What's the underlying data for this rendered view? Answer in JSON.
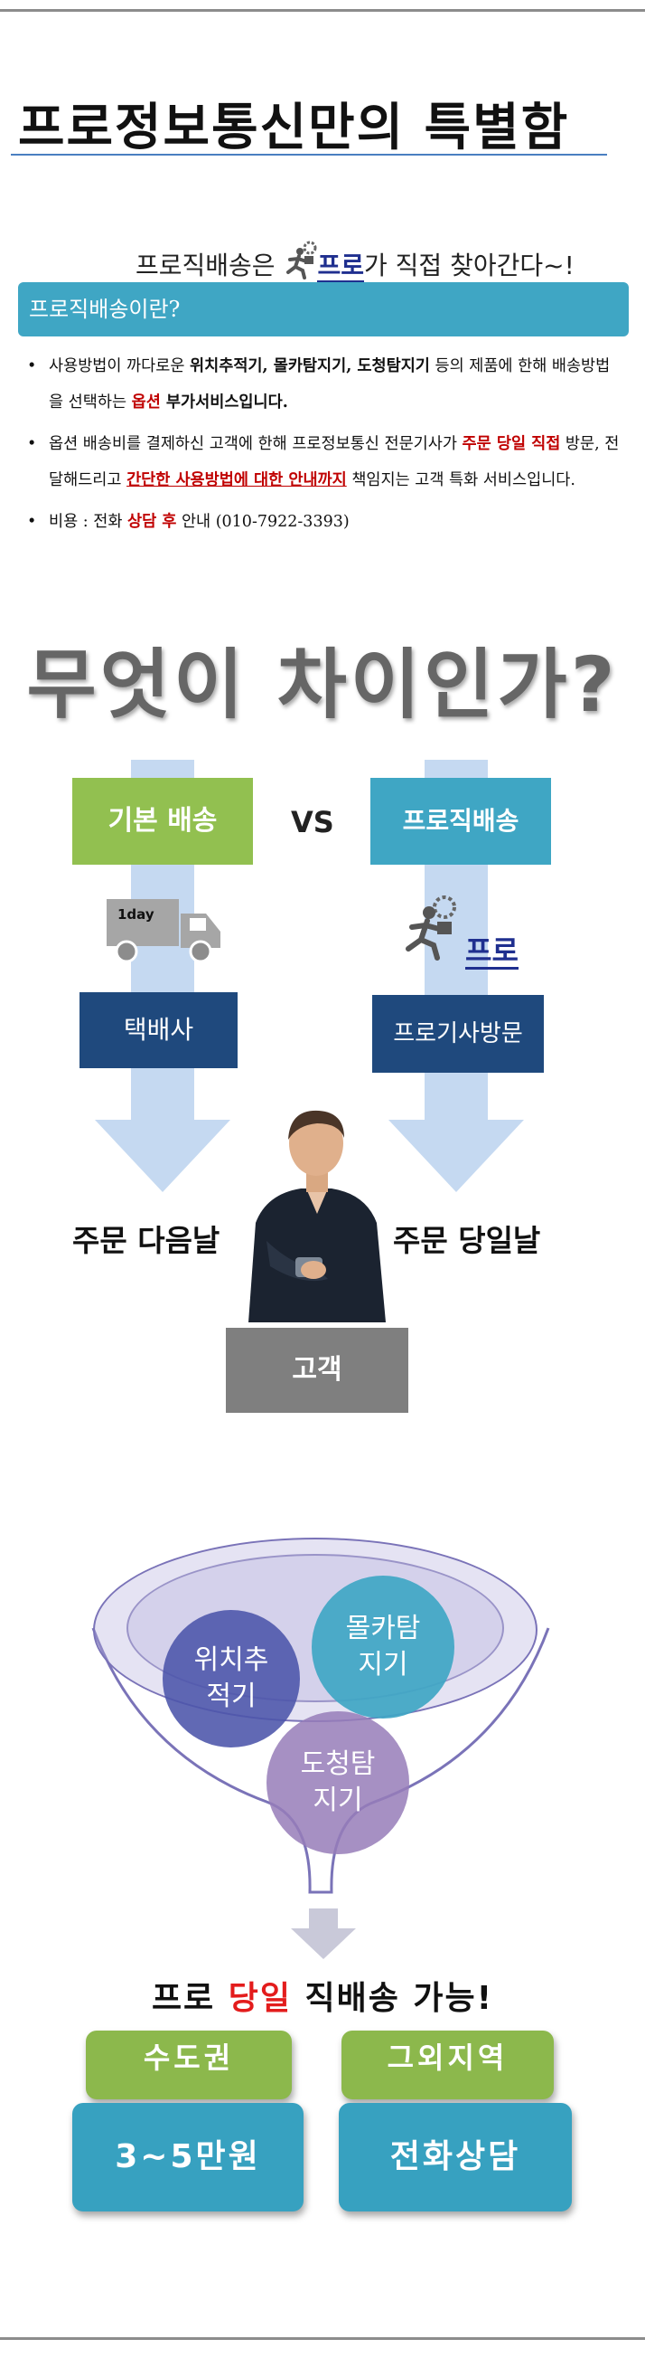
{
  "title": "프로정보통신만의 특별함",
  "tagline": {
    "prefix": "프로직배송은 ",
    "brand": "프로",
    "suffix": "가 직접 찾아간다~!"
  },
  "intro_header": "프로직배송이란?",
  "bullets": {
    "b1": {
      "t1": "사용방법이 까다로운 ",
      "t2": "위치추적기, 몰카탐지기, 도청탐지기",
      "t3": " 등의 제품에 한해 배송방법을 선택하는 ",
      "t4": "옵션",
      "t5": " 부가서비스입니다."
    },
    "b2": {
      "t1": "옵션 배송비를 결제하신 고객에 한해 프로정보통신 전문기사가 ",
      "t2": "주문 당일 직접",
      "t3": " 방문, 전달해드리고 ",
      "t4": "간단한 사용방법에 대한 안내까지",
      "t5": " 책임지는 고객 특화 서비스입니다."
    },
    "b3": {
      "t1": "비용 : 전화 ",
      "t2": "상담 후",
      "t3": " 안내 (010-7922-3393)"
    }
  },
  "question": "무엇이 차이인가?",
  "compare": {
    "left_label": "기본 배송",
    "vs": "VS",
    "right_label": "프로직배송",
    "truck_badge": "1day",
    "left_courier": "택배사",
    "right_brand": "프로",
    "right_courier": "프로기사방문",
    "left_time": "주문 다음날",
    "right_time": "주문 당일날",
    "customer": "고객"
  },
  "funnel": {
    "c1": "위치추적기",
    "c2": "몰카탐지기",
    "c3": "도청탐지기"
  },
  "result": {
    "pre": "프로 ",
    "highlight": "당일",
    "post": " 직배송 가능!"
  },
  "pricing": {
    "left_area": "수도권",
    "right_area": "그외지역",
    "left_price": "3~5만원",
    "right_price": "전화상담"
  },
  "colors": {
    "teal": "#3fa6c4",
    "green": "#92c050",
    "navy": "#1f497d",
    "red": "#c00000",
    "arrow": "#c5d9f1"
  }
}
